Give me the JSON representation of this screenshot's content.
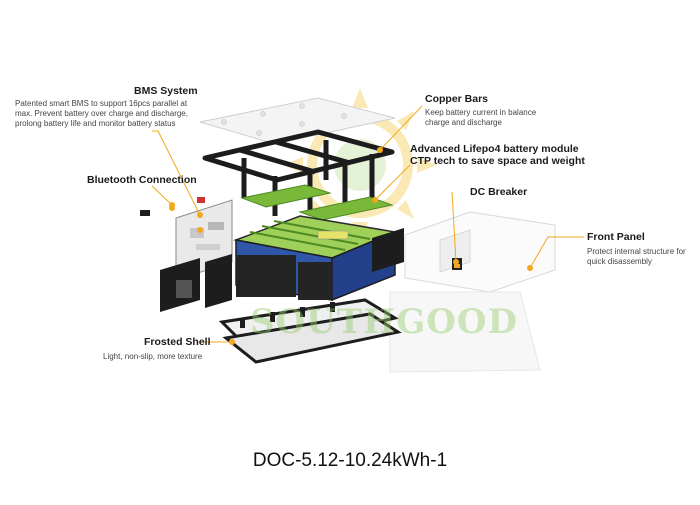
{
  "labels": {
    "bms": {
      "title": "BMS System",
      "desc": [
        "Patented smart BMS to support 16pcs parallel at",
        "max. Prevent battery over charge and discharge,",
        "prolong battery life and monitor battery status"
      ]
    },
    "bluetooth": {
      "title": "Bluetooth Connection"
    },
    "copper": {
      "title": "Copper Bars",
      "desc": [
        "Keep battery current in balance",
        "charge and discharge"
      ]
    },
    "module": {
      "title_lines": [
        "Advanced Lifepo4 battery module",
        "CTP tech to save space and weight"
      ]
    },
    "dc": {
      "title": "DC Breaker"
    },
    "front": {
      "title": "Front Panel",
      "desc": [
        "Protect internal structure for",
        "quick disassembly"
      ]
    },
    "frosted": {
      "title": "Frosted Shell",
      "desc": [
        "Light, non-slip, more texture"
      ]
    }
  },
  "watermark": "SOUTHGOOD",
  "caption": "DOC-5.12-10.24kWh-1",
  "colors": {
    "accent": "#f2a81d",
    "frame": "#1c1c1c",
    "cell_blue": "#2f56a8",
    "pcb_green": "#7ab83a",
    "watermark_green": "#8fcc63",
    "watermark_sun": "#f6d67a"
  }
}
